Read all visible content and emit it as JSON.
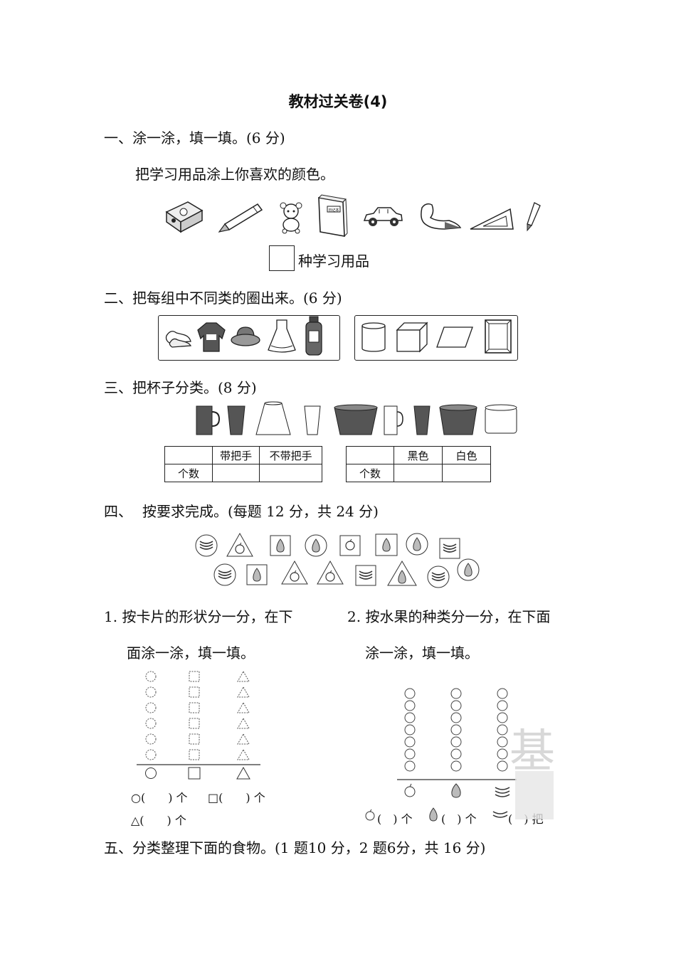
{
  "title": "教材过关卷(4)",
  "q1": {
    "heading": "一、涂一涂，填一填。(6 分)",
    "instruction": "把学习用品涂上你喜欢的颜色。",
    "answer_suffix": "种学习用品",
    "book_label": "日记本"
  },
  "q2": {
    "heading": "二、把每组中不同类的圈出来。(6 分)"
  },
  "q3": {
    "heading": "三、把杯子分类。(8 分)",
    "table1": {
      "headers": [
        "",
        "带把手",
        "不带把手"
      ],
      "row_label": "个数"
    },
    "table2": {
      "headers": [
        "",
        "黑色",
        "白色"
      ],
      "row_label": "个数"
    }
  },
  "q4": {
    "heading_num": "四、",
    "heading": "按要求完成。(每题 12 分，共 24 分)",
    "part1": {
      "line1": "1.  按卡片的形状分一分，在下",
      "line2": "面涂一涂，填一填。"
    },
    "part2": {
      "line1": "2.  按水果的种类分一分，在下面",
      "line2": "涂一涂，填一填。"
    },
    "chart1_answers": [
      "○(　　) 个",
      "□(　　) 个",
      "△(　　) 个"
    ],
    "chart2_answers": [
      "(　) 个",
      "(　) 个",
      "(　) 把"
    ]
  },
  "q5": {
    "heading": "五、分类整理下面的食物。(1 题10 分，2 题6分，共 16 分)"
  },
  "watermark": {
    "char": "基"
  }
}
